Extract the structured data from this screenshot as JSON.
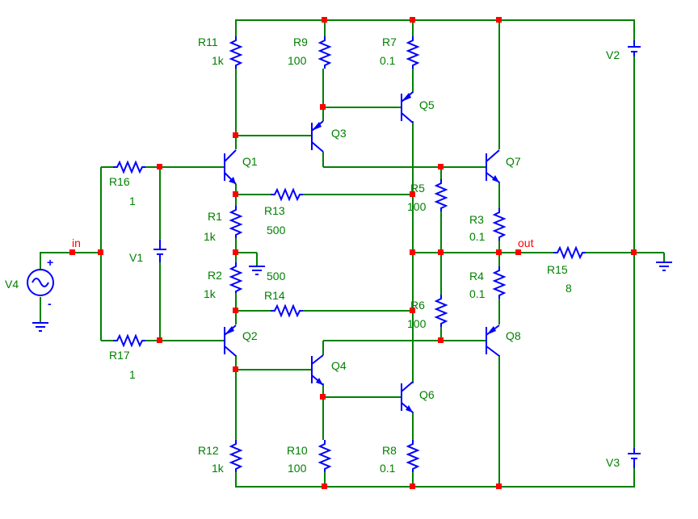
{
  "colors": {
    "wire": "#008000",
    "component": "#0000ff",
    "junction": "#ff0000",
    "background": "#ffffff"
  },
  "nets": {
    "in": "in",
    "out": "out"
  },
  "components": {
    "r1": {
      "name": "R1",
      "value": "1k"
    },
    "r2": {
      "name": "R2",
      "value": "1k"
    },
    "r3": {
      "name": "R3",
      "value": "0.1"
    },
    "r4": {
      "name": "R4",
      "value": "0.1"
    },
    "r5": {
      "name": "R5",
      "value": "100"
    },
    "r6": {
      "name": "R6",
      "value": "100"
    },
    "r7": {
      "name": "R7",
      "value": "0.1"
    },
    "r8": {
      "name": "R8",
      "value": "0.1"
    },
    "r9": {
      "name": "R9",
      "value": "100"
    },
    "r10": {
      "name": "R10",
      "value": "100"
    },
    "r11": {
      "name": "R11",
      "value": "1k"
    },
    "r12": {
      "name": "R12",
      "value": "1k"
    },
    "r13": {
      "name": "R13",
      "value": "500"
    },
    "r14": {
      "name": "R14",
      "value": "500"
    },
    "r15": {
      "name": "R15",
      "value": "8"
    },
    "r16": {
      "name": "R16",
      "value": "1"
    },
    "r17": {
      "name": "R17",
      "value": "1"
    },
    "q1": {
      "name": "Q1"
    },
    "q2": {
      "name": "Q2"
    },
    "q3": {
      "name": "Q3"
    },
    "q4": {
      "name": "Q4"
    },
    "q5": {
      "name": "Q5"
    },
    "q6": {
      "name": "Q6"
    },
    "q7": {
      "name": "Q7"
    },
    "q8": {
      "name": "Q8"
    },
    "v1": {
      "name": "V1"
    },
    "v2": {
      "name": "V2"
    },
    "v3": {
      "name": "V3"
    },
    "v4": {
      "name": "V4"
    }
  },
  "source_polarity": {
    "plus": "+",
    "minus": "-"
  }
}
